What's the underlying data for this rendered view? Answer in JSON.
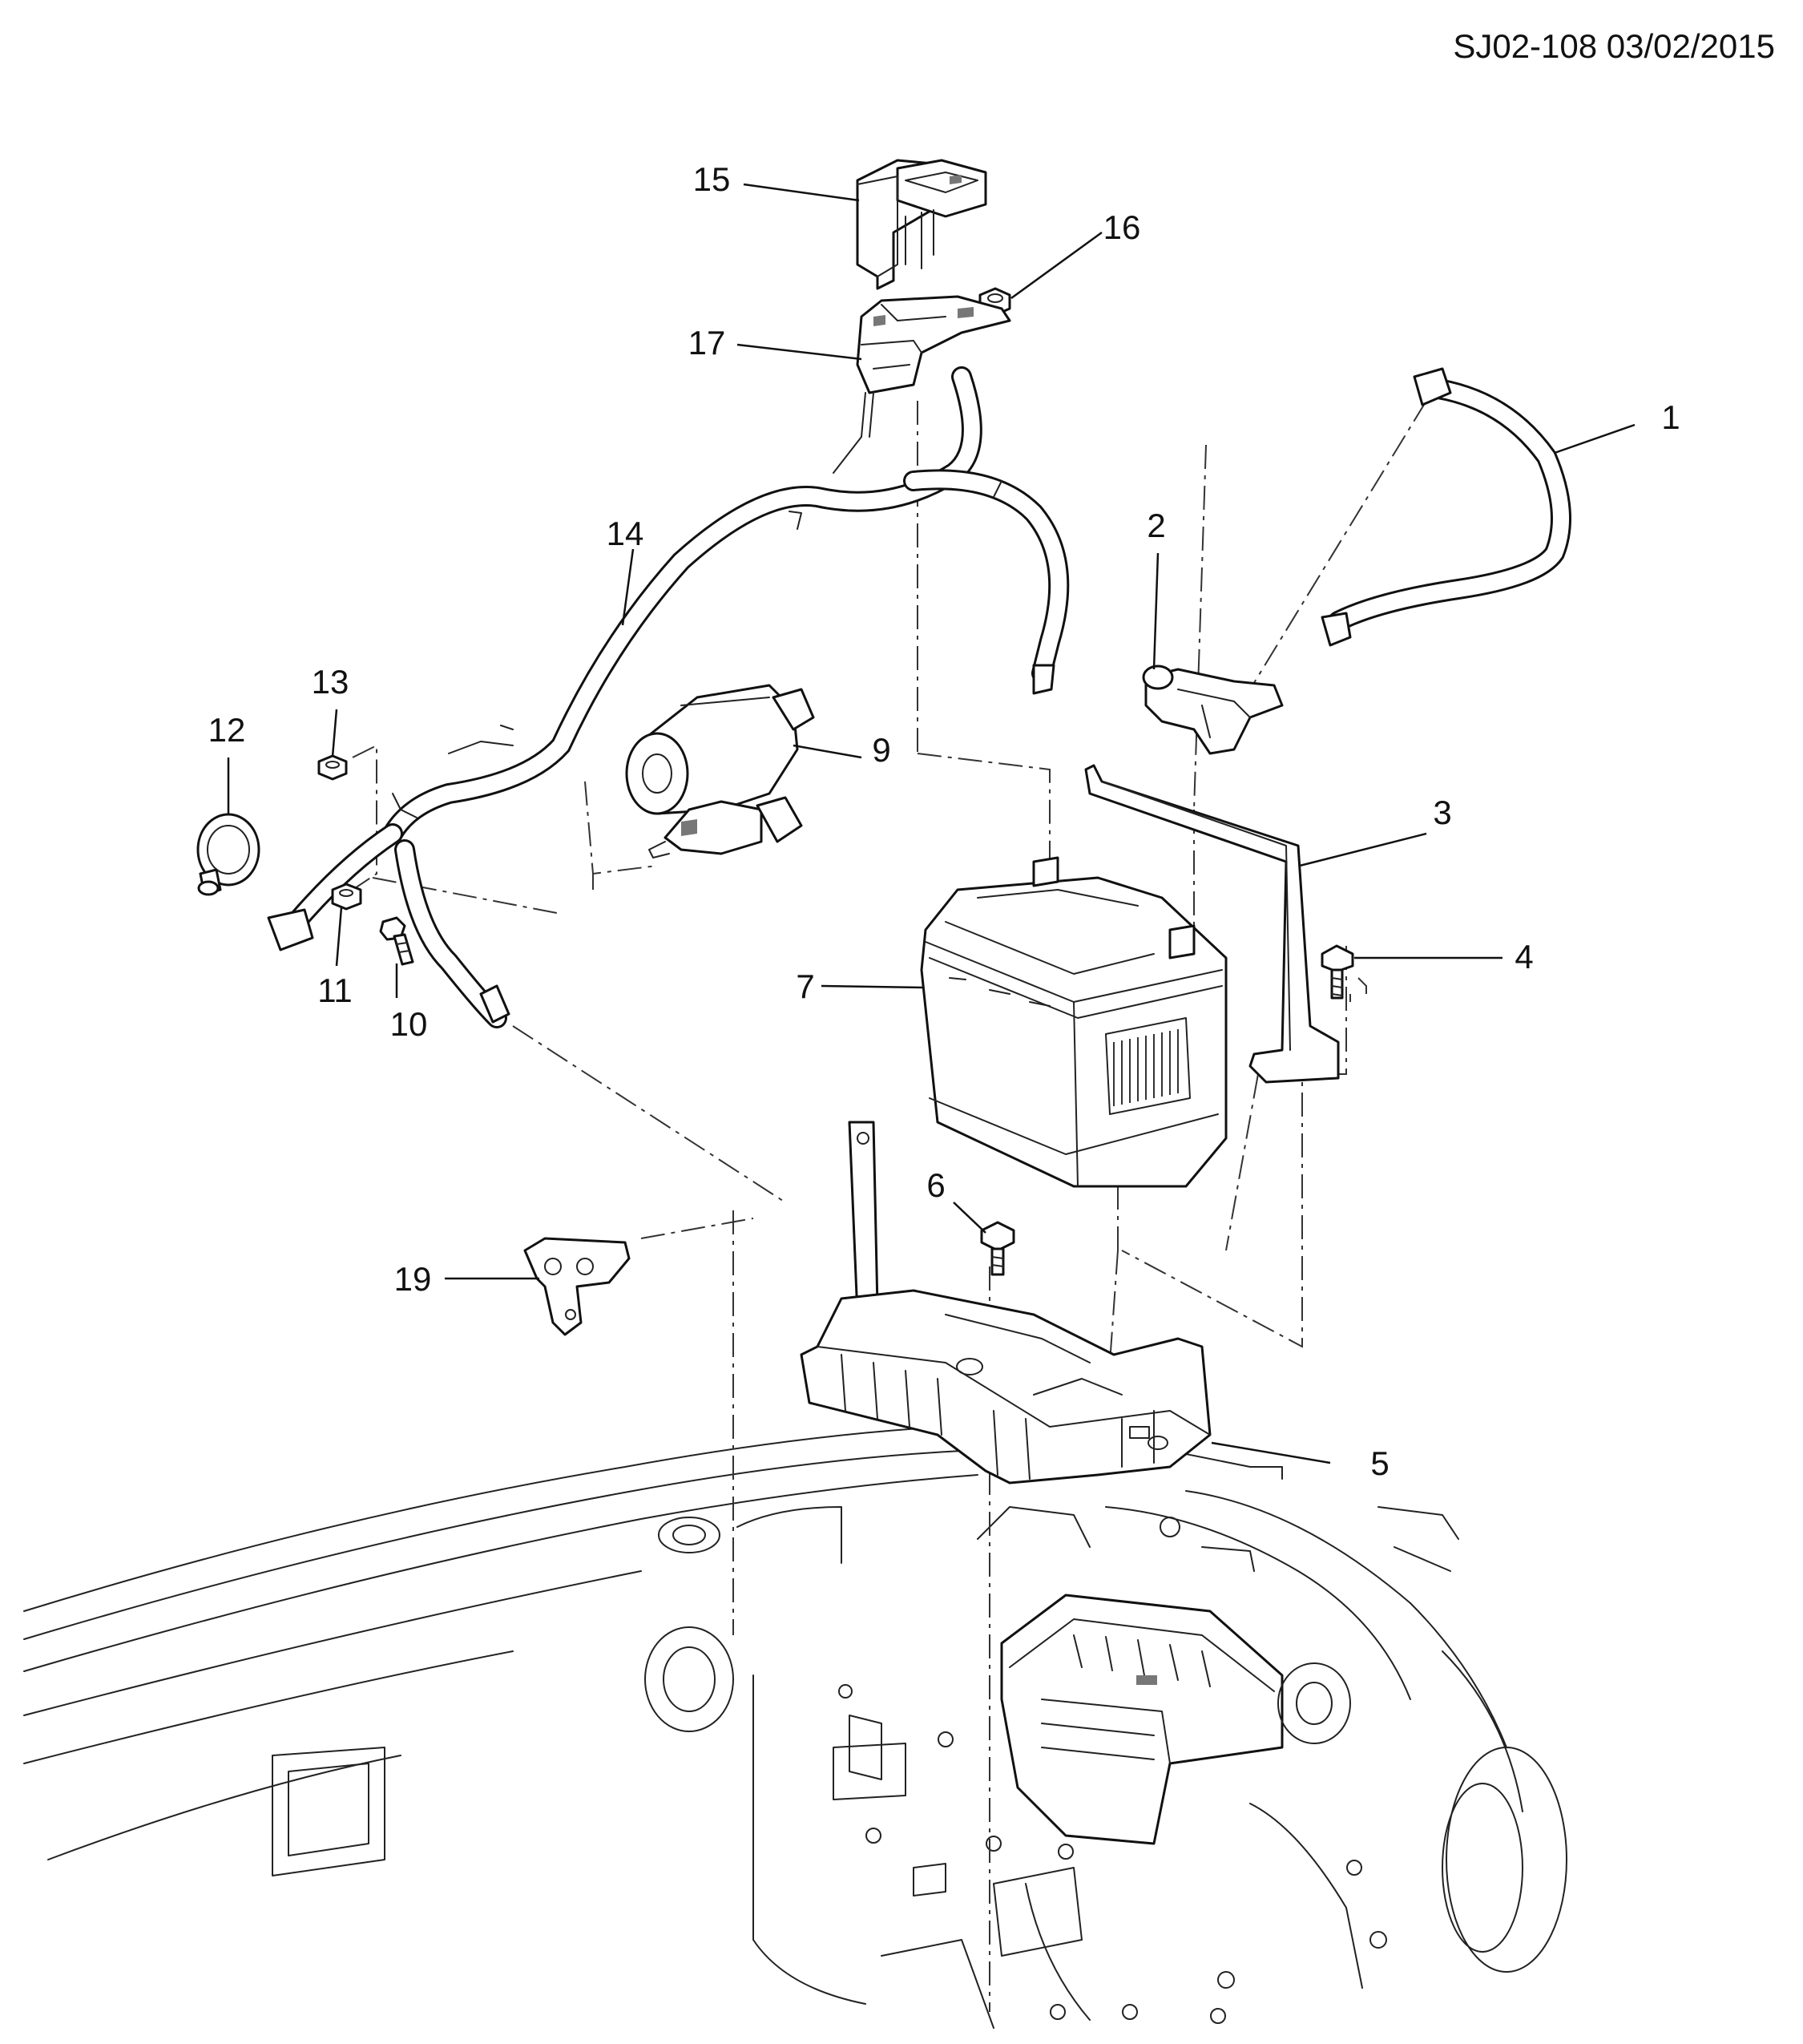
{
  "header": {
    "doc_code": "SJ02-108 03/02/2015"
  },
  "callouts": {
    "c1": "1",
    "c2": "2",
    "c3": "3",
    "c4": "4",
    "c5": "5",
    "c6": "6",
    "c7": "7",
    "c9": "9",
    "c10": "10",
    "c11": "11",
    "c12": "12",
    "c13": "13",
    "c14": "14",
    "c15": "15",
    "c16": "16",
    "c17": "17",
    "c19": "19"
  }
}
